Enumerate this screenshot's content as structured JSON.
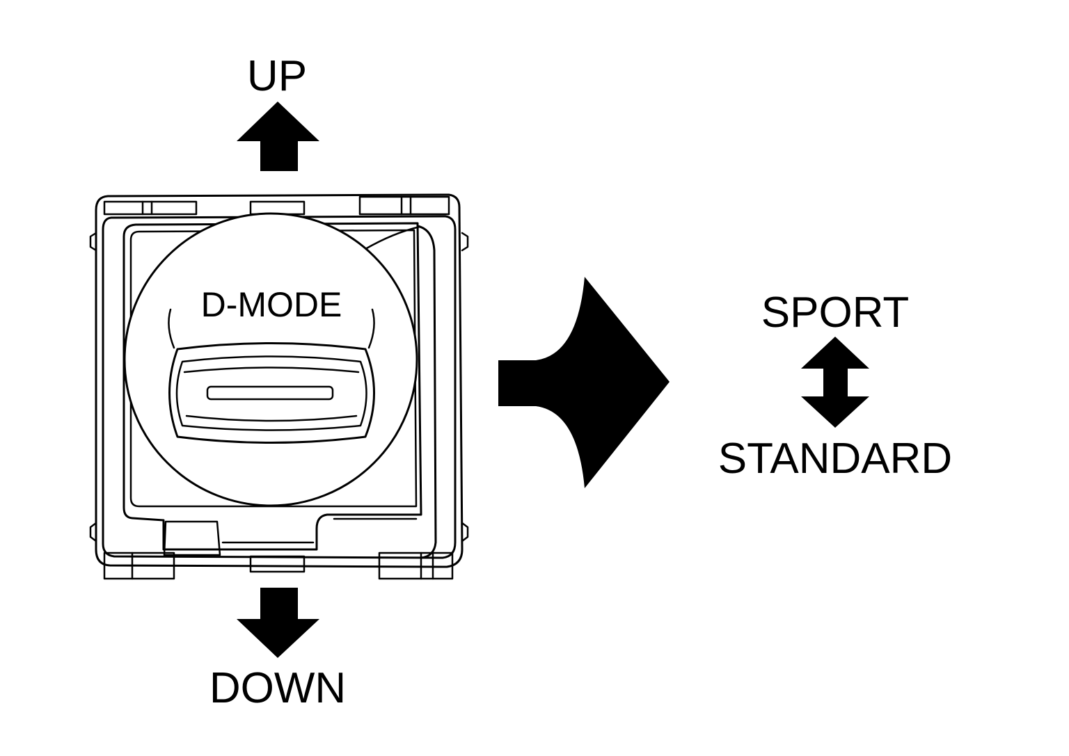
{
  "labels": {
    "up": "UP",
    "down": "DOWN",
    "switch_name": "D-MODE",
    "sport": "SPORT",
    "standard": "STANDARD"
  },
  "icons": {
    "up": "arrow-up-icon",
    "down": "arrow-down-icon",
    "result": "arrow-right-icon",
    "toggle": "double-arrow-vertical-icon"
  },
  "colors": {
    "ink": "#000000",
    "background": "#ffffff"
  }
}
